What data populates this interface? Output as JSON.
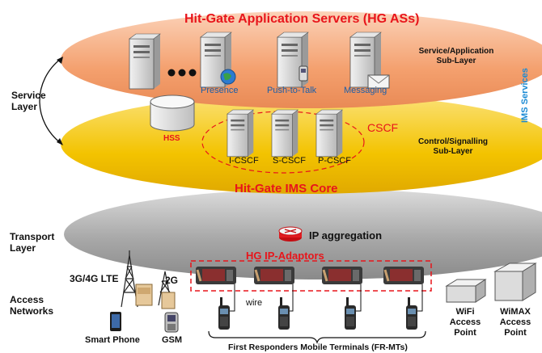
{
  "service_layer": {
    "app_servers_title": "Hit-Gate Application Servers (HG ASs)",
    "servers": [
      "Presence",
      "Push-to-Talk",
      "Messaging"
    ],
    "app_sublayer": "Service/Application Sub-Layer",
    "control_sublayer": "Control/Signalling Sub-Layer",
    "hss": "HSS",
    "cscf_group": "CSCF",
    "cscf": [
      "I-CSCF",
      "S-CSCF",
      "P-CSCF"
    ],
    "core_title": "Hit-Gate IMS Core",
    "ims_services": "IMS Services"
  },
  "left_labels": {
    "service": "Service Layer",
    "transport": "Transport Layer",
    "access": "Access Networks"
  },
  "transport": {
    "ip_aggregation": "IP aggregation",
    "adaptors": "HG IP-Adaptors",
    "wire": "wire"
  },
  "access": {
    "lte": "3G/4G LTE",
    "twog": "2G",
    "smartphone": "Smart Phone",
    "gsm": "GSM",
    "wifi": "WiFi Access Point",
    "wimax": "WiMAX Access Point",
    "frmt": "First Responders Mobile Terminals (FR-MTs)"
  },
  "colors": {
    "app_layer": "#f7a878",
    "control_layer": "#f5c400",
    "transport_layer": "#a6a6a6",
    "accent_red": "#e8151b",
    "accent_blue": "#1a5ea8"
  },
  "icons": [
    "server-icon",
    "globe-icon",
    "phone-icon",
    "envelope-icon",
    "database-icon",
    "router-icon",
    "radio-terminal-icon",
    "cell-tower-icon",
    "access-point-icon"
  ]
}
